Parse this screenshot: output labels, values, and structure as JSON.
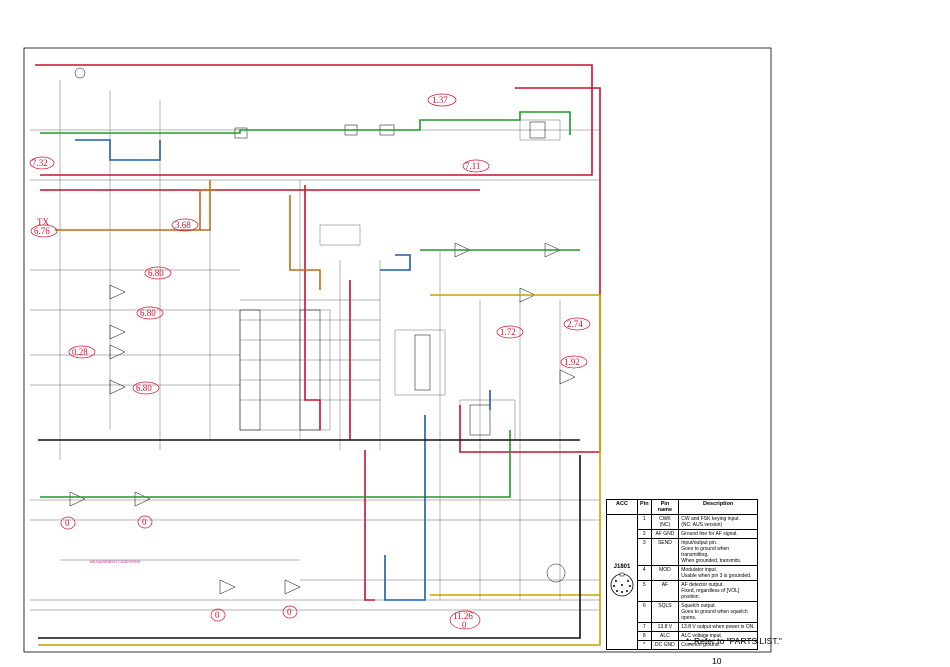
{
  "voltage_labels": [
    {
      "id": "v1",
      "text": "7.32"
    },
    {
      "id": "v2",
      "text": "1.37"
    },
    {
      "id": "v3",
      "text": "7.11"
    },
    {
      "id": "v4",
      "text": "TX"
    },
    {
      "id": "v5",
      "text": "6.76"
    },
    {
      "id": "v6",
      "text": "3.68"
    },
    {
      "id": "v7",
      "text": "6.80"
    },
    {
      "id": "v8",
      "text": "6.80"
    },
    {
      "id": "v9",
      "text": "0.28"
    },
    {
      "id": "v10",
      "text": "6.80"
    },
    {
      "id": "v11",
      "text": "1.72"
    },
    {
      "id": "v12",
      "text": "2.74"
    },
    {
      "id": "v13",
      "text": "1.92"
    },
    {
      "id": "v14",
      "text": "0"
    },
    {
      "id": "v15",
      "text": "0"
    },
    {
      "id": "v16",
      "text": "0"
    },
    {
      "id": "v17",
      "text": "0"
    },
    {
      "id": "v18",
      "text": "11.26"
    },
    {
      "id": "v19",
      "text": "0"
    }
  ],
  "acc_table": {
    "headers": [
      "ACC",
      "Pin",
      "Pin name",
      "Description"
    ],
    "connector": "J1801",
    "rows": [
      {
        "pin": "1",
        "name": "CWK\n(NC)",
        "desc": "CW and FSK keying input.\n(NC: AUS version)"
      },
      {
        "pin": "2",
        "name": "AF GND",
        "desc": "Ground line for AF signal."
      },
      {
        "pin": "3",
        "name": "SEND",
        "desc": "Input/output pin.\nGoes to ground when transmitting.\nWhen grounded, transmits."
      },
      {
        "pin": "4",
        "name": "MOD",
        "desc": "Modulator input.\nUsable when pin 3 is grounded."
      },
      {
        "pin": "5",
        "name": "AF",
        "desc": "AF detector output.\nFixed, regardless of [VOL] position."
      },
      {
        "pin": "6",
        "name": "SQLS",
        "desc": "Squelch output.\nGoes to ground when squelch opens."
      },
      {
        "pin": "7",
        "name": "13.8 V",
        "desc": "13.8 V output when power is ON."
      },
      {
        "pin": "8",
        "name": "ALC",
        "desc": "ALC voltage input."
      },
      {
        "pin": "*",
        "name": "DC GND",
        "desc": "Common ground."
      }
    ]
  },
  "measurement_note": "MEASUREMENT CONDITIONS",
  "footnote": "*; Refer to \"PARTS LIST.\"",
  "page_number": "10",
  "colors": {
    "red": "#c8102e",
    "green": "#1f9a2a",
    "blue": "#1a5fa8",
    "orange": "#c46a1a",
    "yellow": "#c9a400",
    "black": "#111111"
  }
}
